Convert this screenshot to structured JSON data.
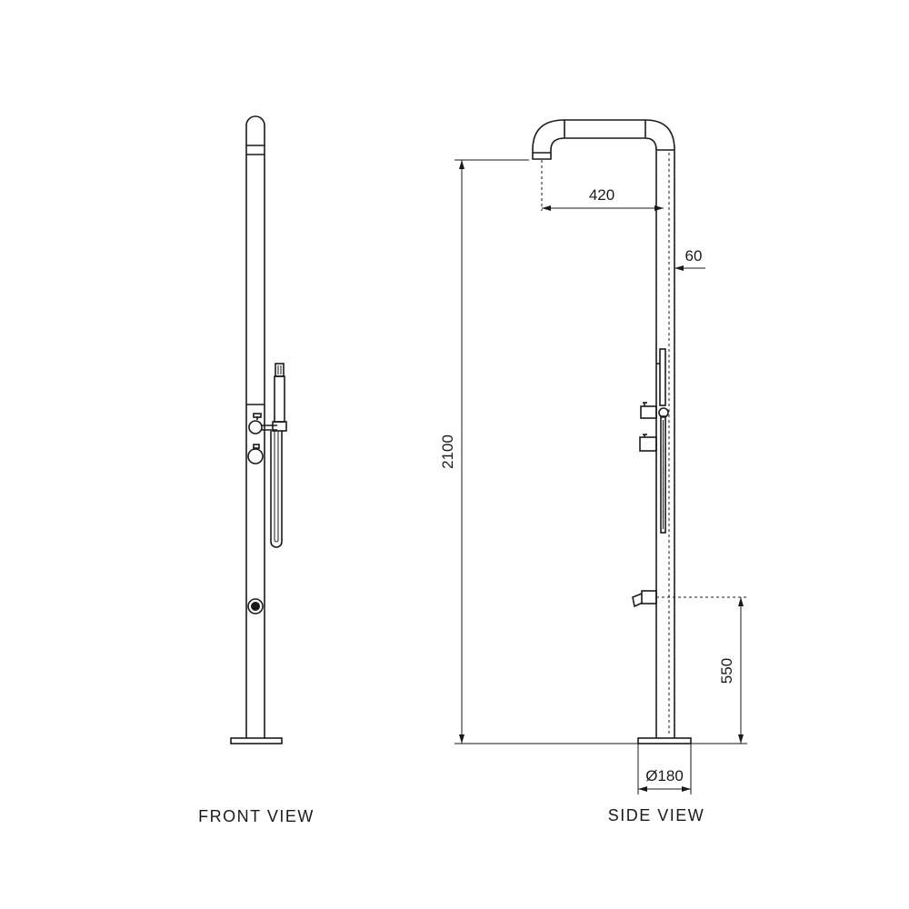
{
  "views": {
    "front_label": "FRONT VIEW",
    "side_label": "SIDE VIEW"
  },
  "dimensions": {
    "spout_reach": "420",
    "pipe_diameter": "60",
    "overall_height": "2100",
    "tap_height": "550",
    "base_diameter": "Ø180"
  },
  "colors": {
    "line": "#1a1a1a",
    "background": "#ffffff"
  }
}
